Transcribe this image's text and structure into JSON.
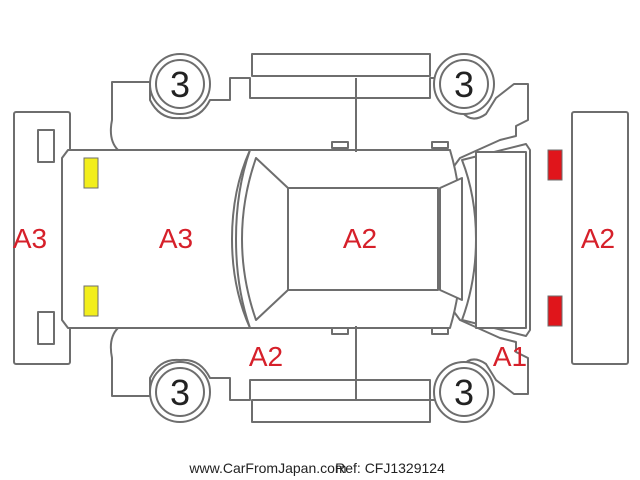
{
  "wheels": {
    "front_left": "3",
    "front_right": "3",
    "rear_left": "3",
    "rear_right": "3"
  },
  "panels": {
    "front_bumper": "A3",
    "hood": "A3",
    "roof": "A2",
    "rear_bumper": "A2",
    "left_front_door": "A2",
    "left_rear_quarter": "A1"
  },
  "markers": {
    "front_lamps_color": "#f2ee1c",
    "rear_lamps_color": "#e0151b"
  },
  "footer": {
    "source": "www.CarFromJapan.com",
    "ref": "Ref: CFJ1329124"
  }
}
